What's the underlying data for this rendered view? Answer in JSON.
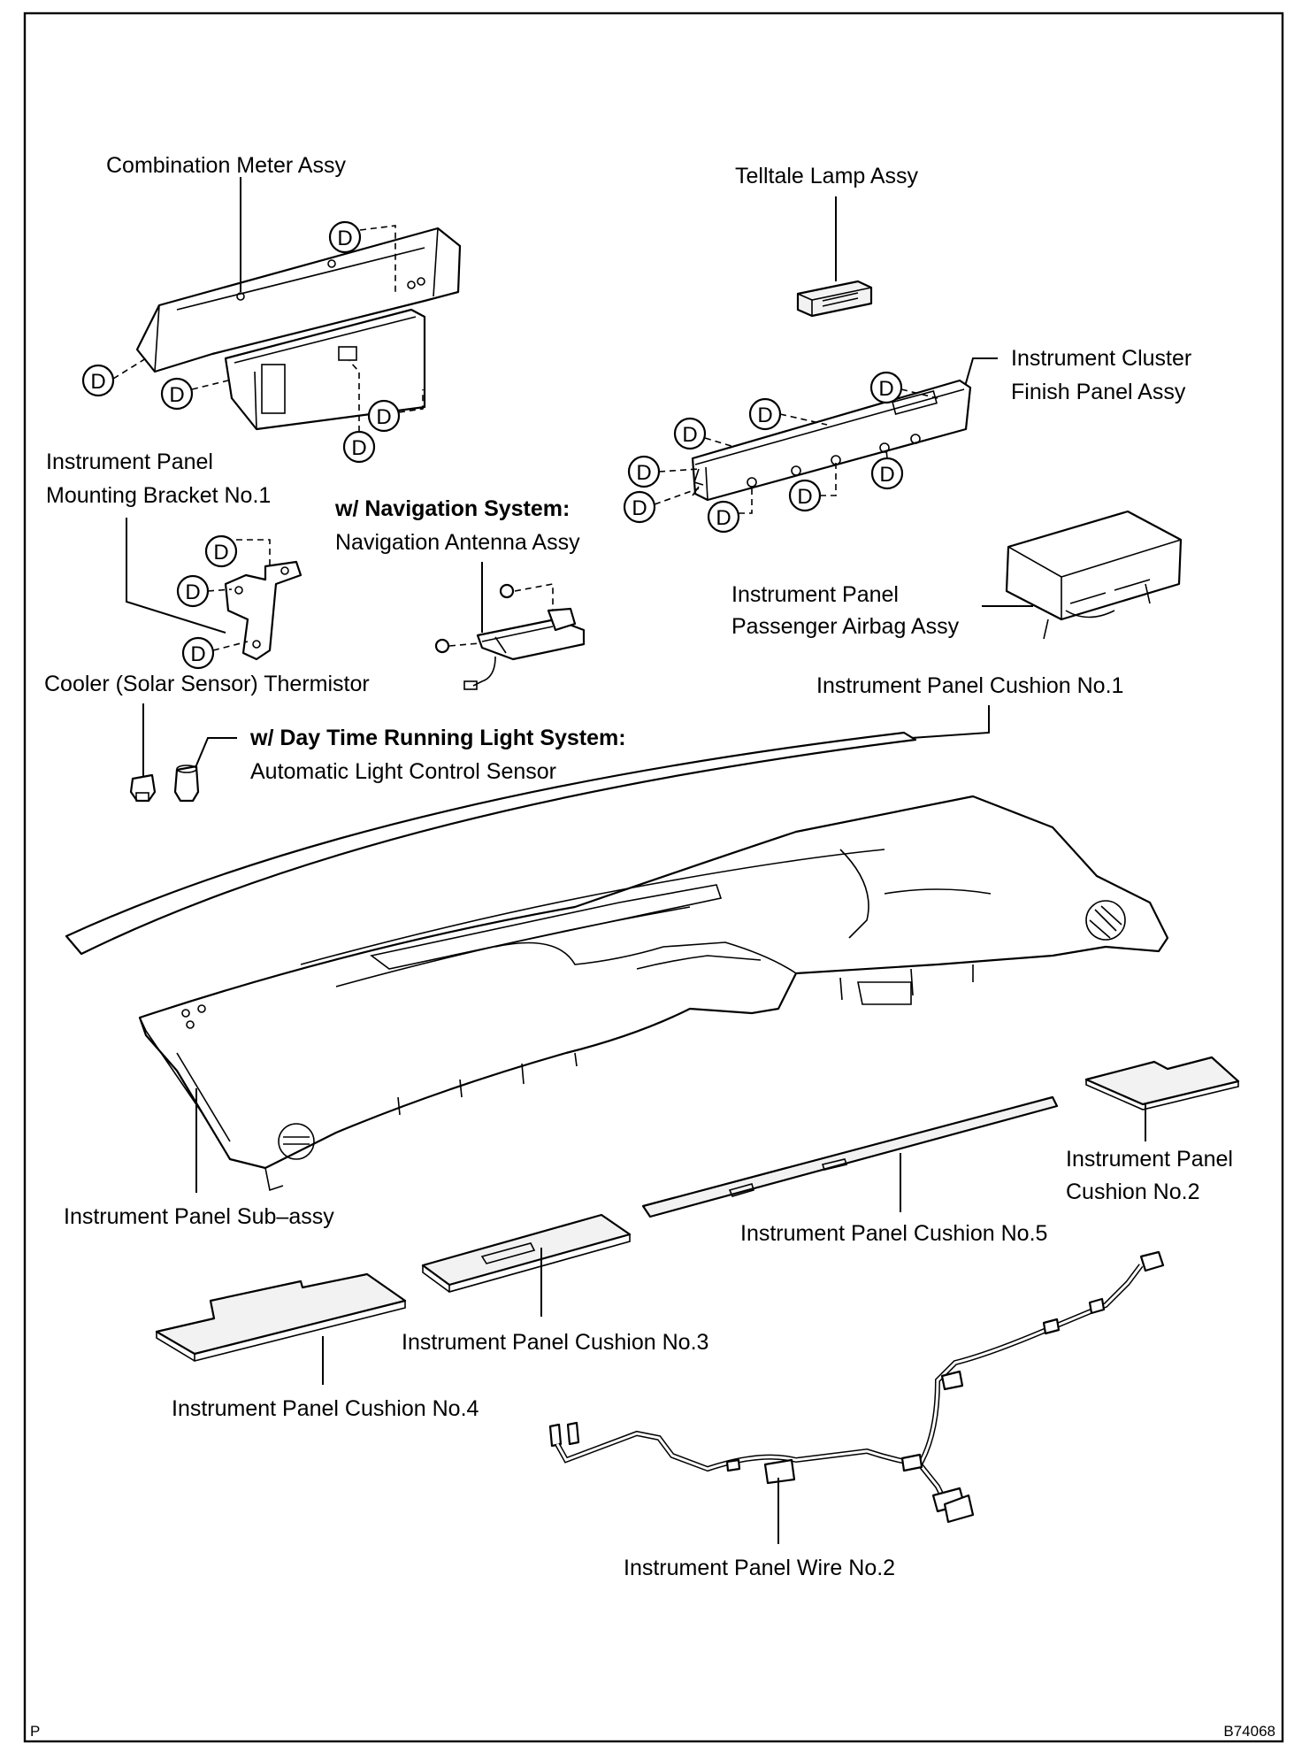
{
  "labels": {
    "combination_meter": "Combination Meter Assy",
    "telltale_lamp": "Telltale Lamp Assy",
    "cluster_finish_1": "Instrument Cluster",
    "cluster_finish_2": "Finish Panel Assy",
    "mounting_bracket_1": "Instrument Panel",
    "mounting_bracket_2": "Mounting Bracket No.1",
    "nav_condition": "w/ Navigation System:",
    "nav_antenna": "Navigation Antenna Assy",
    "airbag_1": "Instrument Panel",
    "airbag_2": "Passenger Airbag Assy",
    "solar_sensor": "Cooler (Solar Sensor) Thermistor",
    "cushion_1": "Instrument Panel Cushion No.1",
    "drl_condition": "w/ Day Time Running Light System:",
    "light_sensor": "Automatic Light Control Sensor",
    "cushion_2_1": "Instrument Panel",
    "cushion_2_2": "Cushion No.2",
    "sub_assy": "Instrument Panel Sub–assy",
    "cushion_5": "Instrument Panel Cushion No.5",
    "cushion_3": "Instrument Panel Cushion No.3",
    "cushion_4": "Instrument Panel Cushion No.4",
    "wire_2": "Instrument Panel Wire No.2"
  },
  "clip_marker": "D",
  "corner": {
    "left": "P",
    "right": "B74068"
  }
}
